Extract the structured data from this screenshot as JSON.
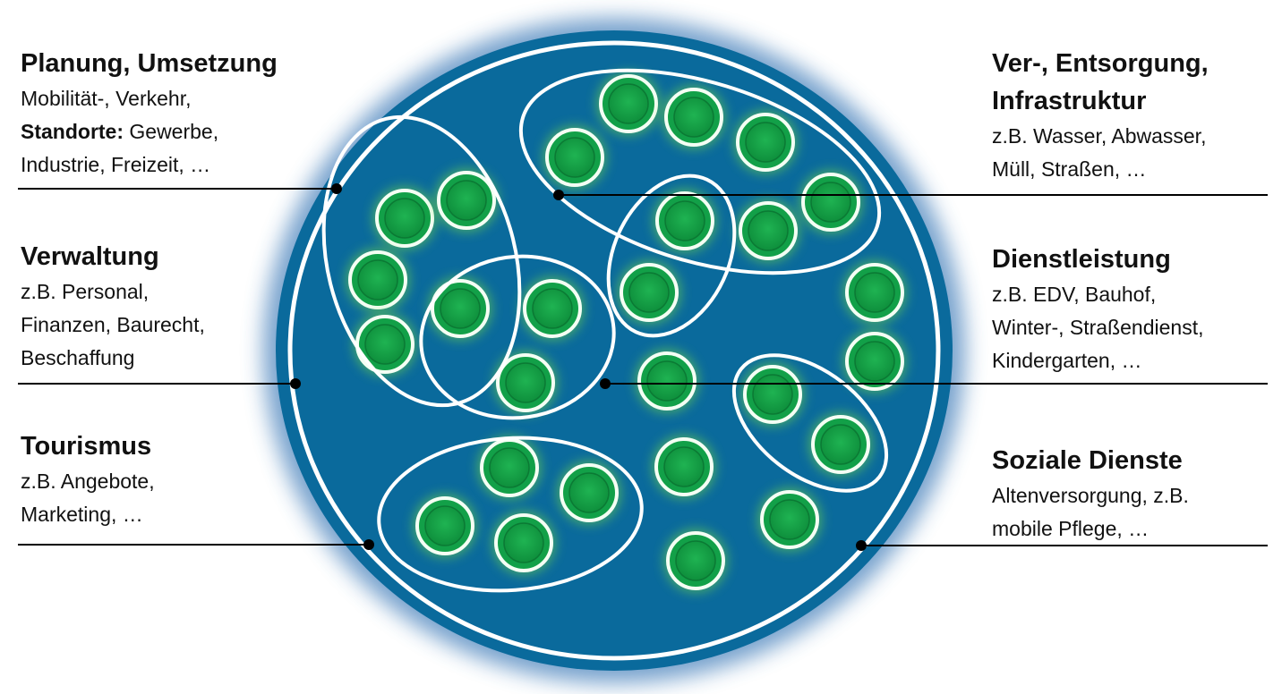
{
  "colors": {
    "circle_fill": "#0a6a9c",
    "circle_glow": "#3d7ab8",
    "dot_fill": "#15a64a",
    "dot_glow": "#72d84a",
    "ring_stroke": "#ffffff",
    "leader_line": "#000000"
  },
  "labels": {
    "left": [
      {
        "title": "Planung, Umsetzung",
        "line1": "Mobilität-, Verkehr,",
        "line2_bold": "Standorte:",
        "line2_rest": " Gewerbe,",
        "line3": "Industrie, Freizeit, …"
      },
      {
        "title": "Verwaltung",
        "line1": "z.B. Personal,",
        "line2": "Finanzen, Baurecht,",
        "line3": "Beschaffung"
      },
      {
        "title": "Tourismus",
        "line1": "z.B. Angebote,",
        "line2": "Marketing, …"
      }
    ],
    "right": [
      {
        "title1": "Ver-, Entsorgung,",
        "title2": "Infrastruktur",
        "line1": "z.B. Wasser, Abwasser,",
        "line2": "Müll, Straßen, …"
      },
      {
        "title": "Dienstleistung",
        "line1": "z.B. EDV, Bauhof,",
        "line2": "Winter-, Straßendienst,",
        "line3": "Kindergarten, …"
      },
      {
        "title": "Soziale Dienste",
        "line1": "Altenversorgung, z.B.",
        "line2": "mobile Pflege, …"
      }
    ]
  }
}
